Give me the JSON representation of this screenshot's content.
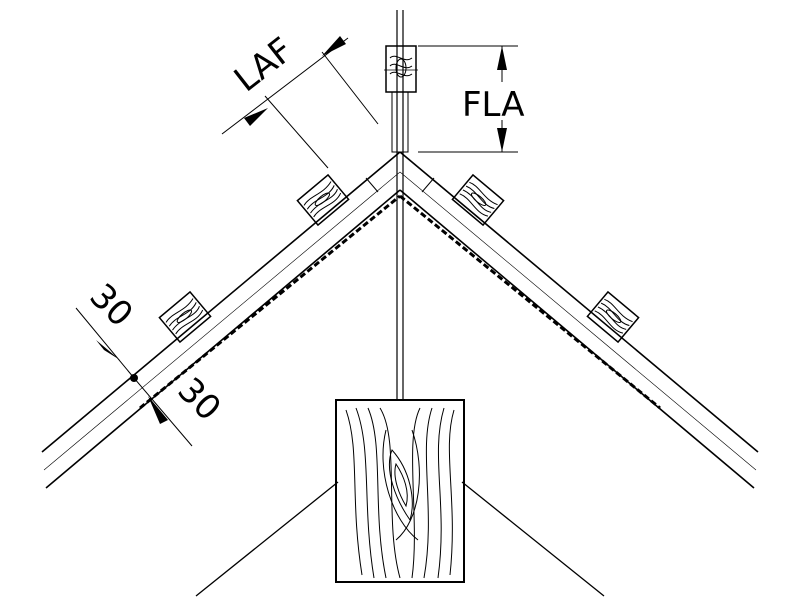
{
  "dimensions": {
    "laf": "LAF",
    "fla": "FLA",
    "offset_upper": "30",
    "offset_lower": "30"
  },
  "colors": {
    "line": "#000000",
    "background": "#ffffff"
  }
}
